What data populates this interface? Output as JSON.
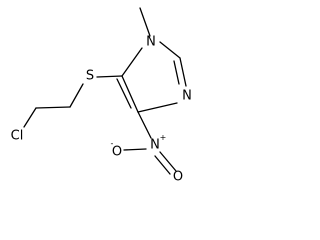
{
  "molecule": {
    "atoms": {
      "n1": "N",
      "n3": "N",
      "s": "S",
      "cl": "Cl",
      "n_nitro": "N",
      "o_double": "O",
      "o_single": "O"
    },
    "charges": {
      "n_nitro": "+",
      "o_single": "-"
    }
  }
}
